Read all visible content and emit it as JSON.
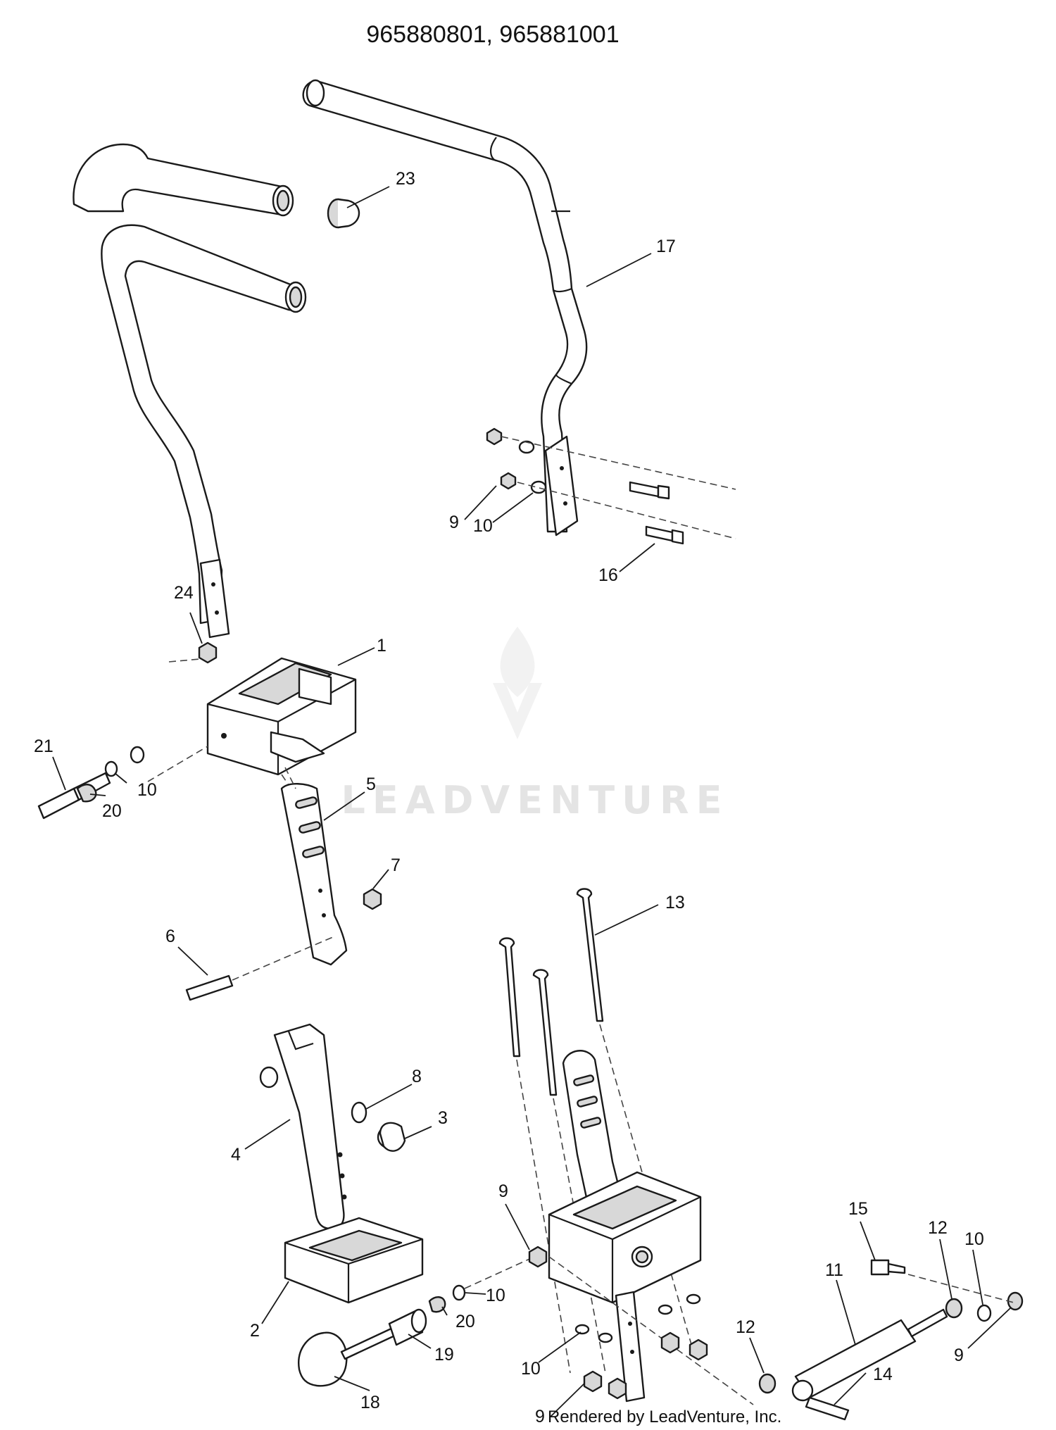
{
  "diagram": {
    "title": "965880801, 965881001",
    "watermark": "LEADVENTURE",
    "credit": "Rendered by LeadVenture, Inc.",
    "callouts": [
      {
        "id": "c23",
        "label": "23"
      },
      {
        "id": "c17",
        "label": "17"
      },
      {
        "id": "c9a",
        "label": "9"
      },
      {
        "id": "c10a",
        "label": "10"
      },
      {
        "id": "c16",
        "label": "16"
      },
      {
        "id": "c24",
        "label": "24"
      },
      {
        "id": "c1",
        "label": "1"
      },
      {
        "id": "c21",
        "label": "21"
      },
      {
        "id": "c10b",
        "label": "10"
      },
      {
        "id": "c20a",
        "label": "20"
      },
      {
        "id": "c5",
        "label": "5"
      },
      {
        "id": "c7",
        "label": "7"
      },
      {
        "id": "c6",
        "label": "6"
      },
      {
        "id": "c13",
        "label": "13"
      },
      {
        "id": "c8",
        "label": "8"
      },
      {
        "id": "c3",
        "label": "3"
      },
      {
        "id": "c4",
        "label": "4"
      },
      {
        "id": "c9b",
        "label": "9"
      },
      {
        "id": "c15",
        "label": "15"
      },
      {
        "id": "c12a",
        "label": "12"
      },
      {
        "id": "c10c",
        "label": "10"
      },
      {
        "id": "c2",
        "label": "2"
      },
      {
        "id": "c10d",
        "label": "10"
      },
      {
        "id": "c20b",
        "label": "20"
      },
      {
        "id": "c19",
        "label": "19"
      },
      {
        "id": "c12b",
        "label": "12"
      },
      {
        "id": "c11",
        "label": "11"
      },
      {
        "id": "c10e",
        "label": "10"
      },
      {
        "id": "c9c",
        "label": "9"
      },
      {
        "id": "c14",
        "label": "14"
      },
      {
        "id": "c18",
        "label": "18"
      },
      {
        "id": "c9d",
        "label": "9"
      }
    ]
  }
}
